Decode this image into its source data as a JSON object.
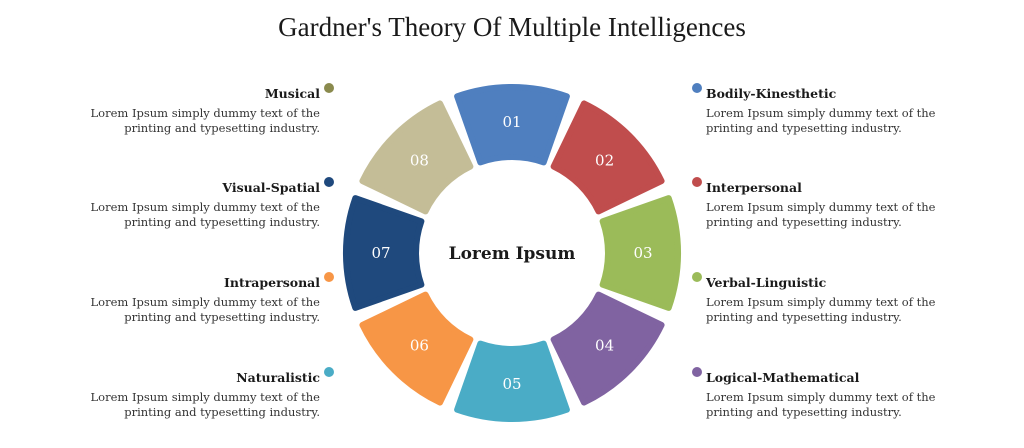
{
  "title": "Gardner's Theory Of Multiple Intelligences",
  "center_label": "Lorem Ipsum",
  "segments": [
    {
      "num": "01",
      "color": "#4f7fbf"
    },
    {
      "num": "02",
      "color": "#c04d4d"
    },
    {
      "num": "03",
      "color": "#9bbb59"
    },
    {
      "num": "04",
      "color": "#8063a1"
    },
    {
      "num": "05",
      "color": "#4aacc6"
    },
    {
      "num": "06",
      "color": "#f79646"
    },
    {
      "num": "07",
      "color": "#1f497d"
    },
    {
      "num": "08",
      "color": "#c4bd97"
    }
  ],
  "left_items": [
    {
      "title": "Musical",
      "desc1": "Lorem Ipsum simply dummy text of the",
      "desc2": "printing and typesetting industry.",
      "dot": "#8a8a4d"
    },
    {
      "title": "Visual-Spatial",
      "desc1": "Lorem Ipsum simply dummy text of the",
      "desc2": "printing and typesetting industry.",
      "dot": "#1f497d"
    },
    {
      "title": "Intrapersonal",
      "desc1": "Lorem Ipsum simply dummy text of the",
      "desc2": "printing and typesetting industry.",
      "dot": "#f79646"
    },
    {
      "title": "Naturalistic",
      "desc1": "Lorem Ipsum simply dummy text of the",
      "desc2": "printing and typesetting industry.",
      "dot": "#4aacc6"
    }
  ],
  "right_items": [
    {
      "title": "Bodily-Kinesthetic",
      "desc1": "Lorem Ipsum simply dummy text of the",
      "desc2": "printing and typesetting industry.",
      "dot": "#4f7fbf"
    },
    {
      "title": "Interpersonal",
      "desc1": "Lorem Ipsum simply dummy text of the",
      "desc2": "printing and typesetting industry.",
      "dot": "#c04d4d"
    },
    {
      "title": "Verbal-Linguistic",
      "desc1": "Lorem Ipsum simply dummy text of the",
      "desc2": "printing and typesetting industry.",
      "dot": "#9bbb59"
    },
    {
      "title": "Logical-Mathematical",
      "desc1": "Lorem Ipsum simply dummy text of the",
      "desc2": "printing and typesetting industry.",
      "dot": "#8063a1"
    }
  ]
}
